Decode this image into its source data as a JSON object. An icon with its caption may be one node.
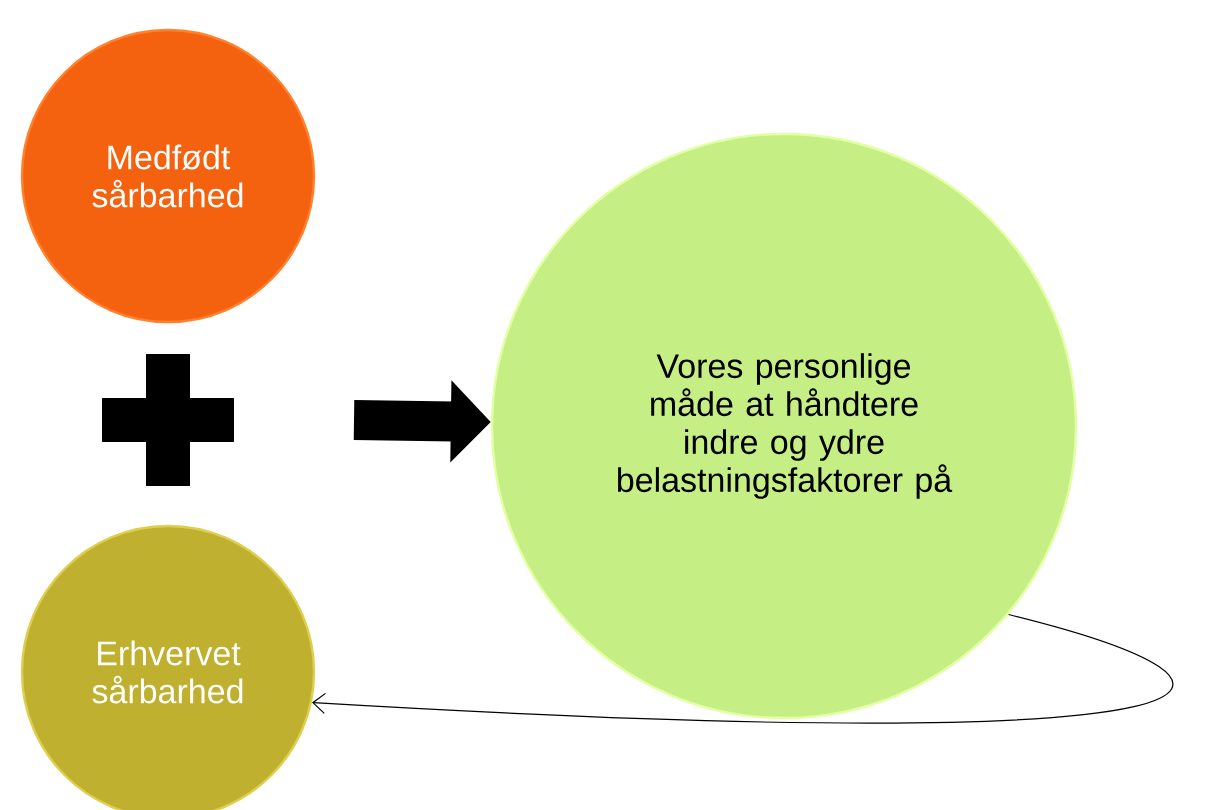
{
  "diagram": {
    "nodes": [
      {
        "text": [
          "Medfødt sårbarhed"
        ]
      },
      {
        "text": [],
        "shape": "plus"
      },
      {
        "text": [
          "Vores personlige måde at håndtere indre og ydre belastningsfaktorer på"
        ]
      },
      {
        "text": [
          "Erhvervet sårbarhed"
        ]
      }
    ],
    "edges": [
      {
        "from": null,
        "to": 2,
        "arrow": "to",
        "style": "thick"
      },
      {
        "from": 2,
        "to": 3,
        "arrow": "to"
      }
    ]
  }
}
